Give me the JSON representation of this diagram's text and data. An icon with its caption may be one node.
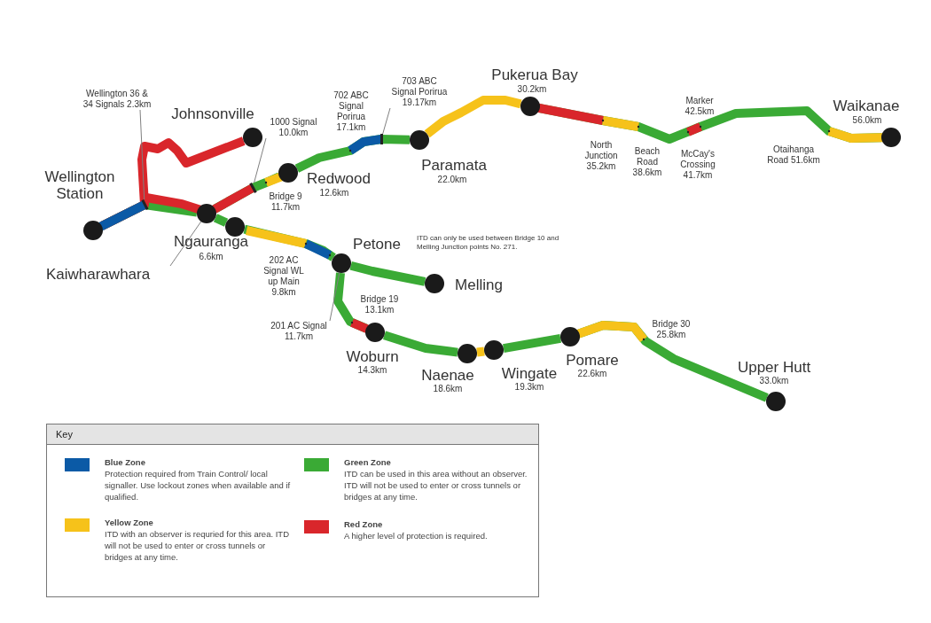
{
  "diagram": {
    "nodes": [
      {
        "text": [],
        "shape": "circle",
        "beside": [
          "Wellington Station"
        ]
      },
      {
        "text": [],
        "shape": "circle",
        "beside": [
          "Johnsonville"
        ]
      },
      {
        "text": [],
        "shape": "circle"
      },
      {
        "text": [
          "Kaiwharawhara"
        ]
      },
      {
        "text": [],
        "shape": "circle",
        "beside": [
          "Ngauranga",
          "6.6km"
        ]
      },
      {
        "text": [],
        "shape": "circle",
        "beside": [
          "Redwood",
          "12.6km"
        ]
      },
      {
        "text": [],
        "shape": "circle",
        "beside": [
          "Paramata",
          "22.0km"
        ]
      },
      {
        "text": [],
        "shape": "circle",
        "beside": [
          "Pukerua Bay",
          "30.2km"
        ]
      },
      {
        "text": [],
        "shape": "circle",
        "beside": [
          "Waikanae",
          "56.0km"
        ]
      },
      {
        "text": [],
        "shape": "circle",
        "beside": [
          "Petone"
        ]
      },
      {
        "text": [],
        "shape": "circle",
        "beside": [
          "Melling"
        ]
      },
      {
        "text": [],
        "shape": "circle",
        "beside": [
          "Woburn",
          "14.3km"
        ]
      },
      {
        "text": [],
        "shape": "circle",
        "beside": [
          "Naenae",
          "18.6km"
        ]
      },
      {
        "text": [],
        "shape": "circle",
        "beside": [
          "Wingate",
          "19.3km"
        ]
      },
      {
        "text": [],
        "shape": "circle",
        "beside": [
          "Pomare",
          "22.6km"
        ]
      },
      {
        "text": [],
        "shape": "circle",
        "beside": [
          "Upper Hutt",
          "33.0km"
        ]
      },
      {
        "text": [
          "Wellington 36 & 34 Signals 2.3km"
        ]
      },
      {
        "text": [
          "1000 Signal 10.0km"
        ]
      },
      {
        "text": [
          "703 ABC Signal Porirua 19.17km"
        ]
      },
      {
        "text": [
          "201 AC Signal 11.7km"
        ]
      },
      {
        "text": [],
        "shape": "bar"
      },
      {
        "text": [],
        "shape": "bar"
      },
      {
        "text": [],
        "shape": "bar"
      }
    ],
    "edges": [
      {
        "from": 0,
        "to": 2,
        "arrow": "none"
      },
      {
        "from": 0,
        "to": 1,
        "arrow": "none",
        "color": "#d9262b"
      },
      {
        "from": 2,
        "to": 4,
        "arrow": "none"
      },
      {
        "from": 2,
        "to": 5,
        "arrow": "none"
      },
      {
        "from": 4,
        "to": 9,
        "arrow": "none"
      },
      {
        "from": 5,
        "to": 6,
        "arrow": "none"
      },
      {
        "from": 6,
        "to": 7,
        "arrow": "none",
        "color": "#f6c21a"
      },
      {
        "from": 7,
        "to": 8,
        "arrow": "none"
      },
      {
        "from": 9,
        "to": 10,
        "arrow": "none"
      },
      {
        "from": 9,
        "to": 11,
        "arrow": "none"
      },
      {
        "from": 11,
        "to": 12,
        "arrow": "none"
      },
      {
        "from": 12,
        "to": 13,
        "arrow": "none",
        "color": "#f6c21a"
      },
      {
        "from": 13,
        "to": 14,
        "arrow": "none"
      },
      {
        "from": 14,
        "to": 15,
        "arrow": "none"
      },
      {
        "from": 3,
        "to": 2,
        "arrow": "none",
        "color": "#808080"
      },
      {
        "from": 16,
        "to": 20,
        "arrow": "none",
        "color": "#808080"
      },
      {
        "from": 17,
        "to": 21,
        "arrow": "none",
        "color": "#808080"
      },
      {
        "from": 18,
        "to": 22,
        "arrow": "none",
        "color": "#808080"
      },
      {
        "from": 19,
        "to": 9,
        "arrow": "none",
        "color": "#808080"
      }
    ],
    "labels": [
      "702 ABC Signal Porirua 17.1km",
      "Bridge 9 11.7km",
      "202 AC Signal WL up Main 9.8km",
      "ITD can only be used between Bridge 10 and Melling Junction points No. 271.",
      "Bridge 19 13.1km",
      "North Junction 35.2km",
      "Beach Road 38.6km",
      "Marker 42.5km",
      "McCay's Crossing 41.7km",
      "Otaihanga Road 51.6km",
      "Bridge 30 25.8km",
      "Key"
    ],
    "legend": [
      {
        "text": "**Blue Zone** Protection required from Train Control/ local signaller. Use lockout zones when available and if qualified.",
        "color": "#0b5aa6"
      },
      {
        "text": "**Yellow Zone** ITD with an observer is requried for this area. ITD will not be used to enter or cross tunnels or bridges at any time.",
        "color": "#f6c21a"
      },
      {
        "text": "**Green Zone** ITD can be used in this area without an observer. ITD will not be used to enter or cross tunnels or bridges at any time.",
        "color": "#3aaa35"
      },
      {
        "text": "**Red Zone** A higher level of protection is required.",
        "color": "#d9262b"
      }
    ]
  }
}
